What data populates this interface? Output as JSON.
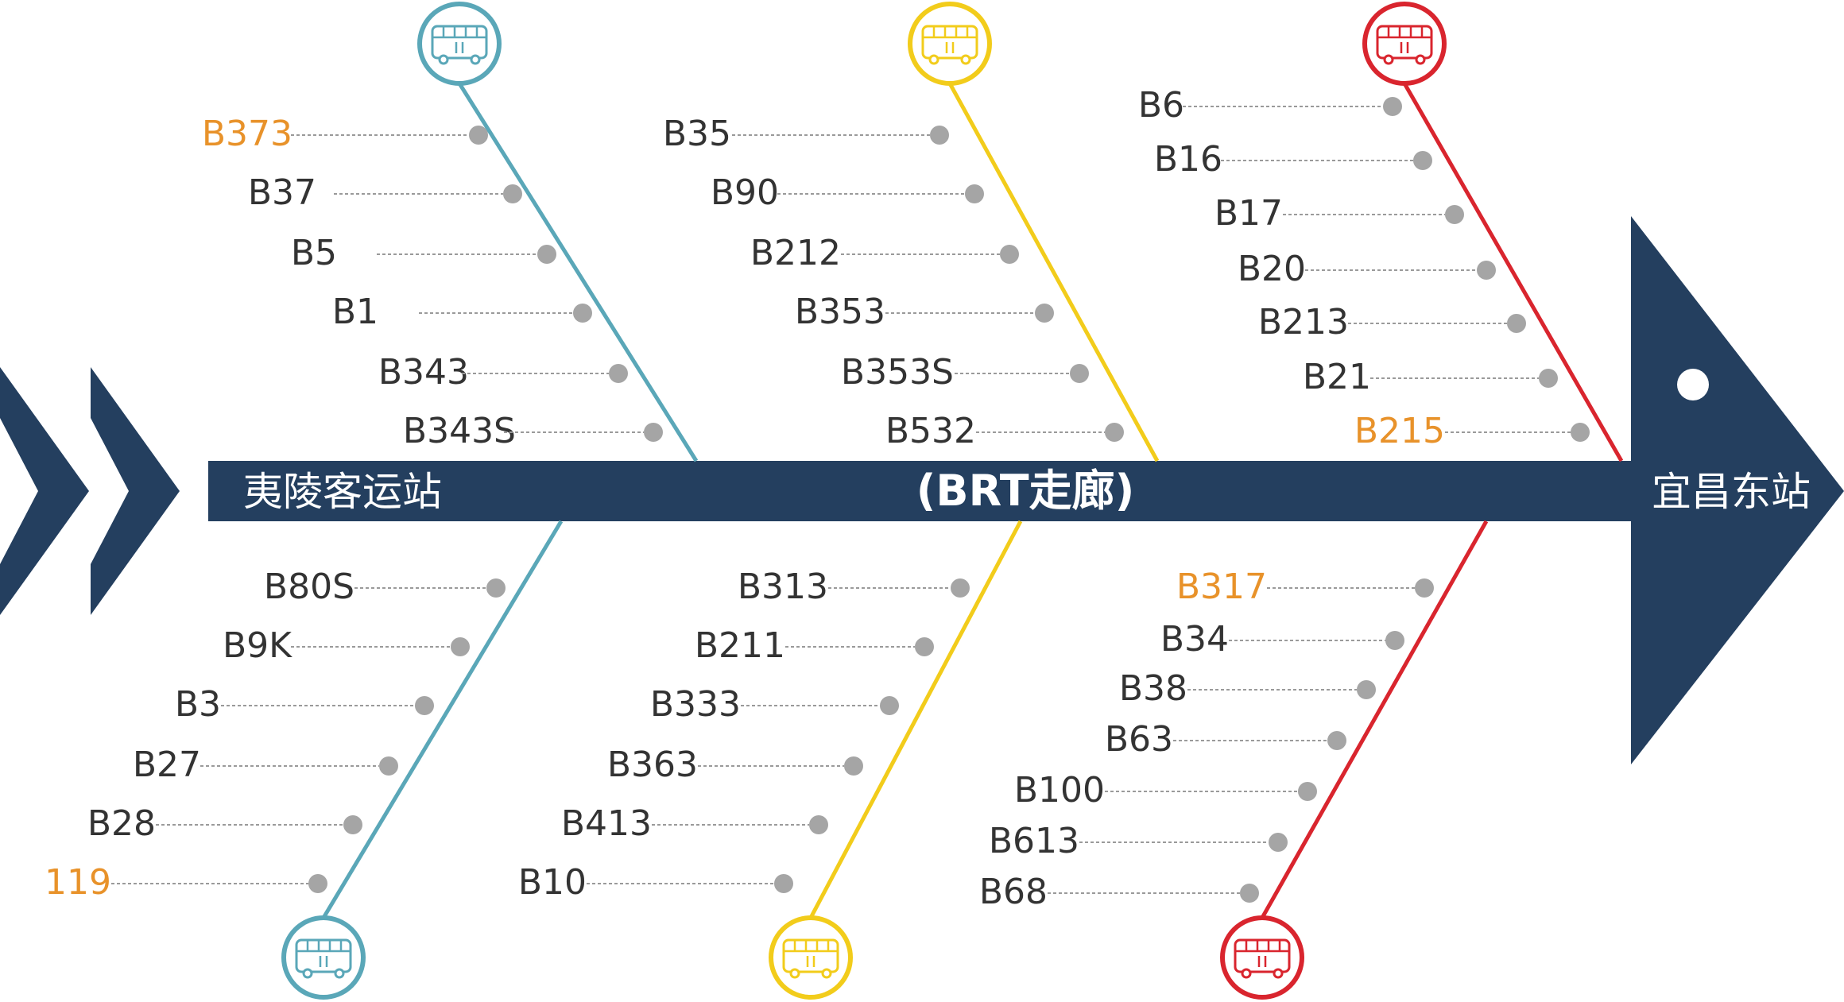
{
  "colors": {
    "navy": "#243f5f",
    "teal": "#5aa7b8",
    "yellow": "#f2cc1b",
    "red": "#d9252e",
    "highlight": "#e8922a",
    "text": "#333333",
    "dot": "#a5a5a5"
  },
  "axis": {
    "start_station": "夷陵客运站",
    "corridor": "(BRT走廊)",
    "end_station": "宜昌东站"
  },
  "icons": {
    "bus": "bus-icon",
    "chevron": "chevron-right-icon"
  },
  "branches": [
    {
      "side": "top",
      "color": "#5aa7b8",
      "routes": [
        {
          "name": "B373",
          "highlight": true
        },
        {
          "name": "B37",
          "highlight": false
        },
        {
          "name": "B5",
          "highlight": false
        },
        {
          "name": "B1",
          "highlight": false
        },
        {
          "name": "B343",
          "highlight": false
        },
        {
          "name": "B343S",
          "highlight": false
        }
      ]
    },
    {
      "side": "top",
      "color": "#f2cc1b",
      "routes": [
        {
          "name": "B35",
          "highlight": false
        },
        {
          "name": "B90",
          "highlight": false
        },
        {
          "name": "B212",
          "highlight": false
        },
        {
          "name": "B353",
          "highlight": false
        },
        {
          "name": "B353S",
          "highlight": false
        },
        {
          "name": "B532",
          "highlight": false
        }
      ]
    },
    {
      "side": "top",
      "color": "#d9252e",
      "routes": [
        {
          "name": "B6",
          "highlight": false
        },
        {
          "name": "B16",
          "highlight": false
        },
        {
          "name": "B17",
          "highlight": false
        },
        {
          "name": "B20",
          "highlight": false
        },
        {
          "name": "B213",
          "highlight": false
        },
        {
          "name": "B21",
          "highlight": false
        },
        {
          "name": "B215",
          "highlight": true
        }
      ]
    },
    {
      "side": "bottom",
      "color": "#5aa7b8",
      "routes": [
        {
          "name": "B80S",
          "highlight": false
        },
        {
          "name": "B9K",
          "highlight": false
        },
        {
          "name": "B3",
          "highlight": false
        },
        {
          "name": "B27",
          "highlight": false
        },
        {
          "name": "B28",
          "highlight": false
        },
        {
          "name": "119",
          "highlight": true
        }
      ]
    },
    {
      "side": "bottom",
      "color": "#f2cc1b",
      "routes": [
        {
          "name": "B313",
          "highlight": false
        },
        {
          "name": "B211",
          "highlight": false
        },
        {
          "name": "B333",
          "highlight": false
        },
        {
          "name": "B363",
          "highlight": false
        },
        {
          "name": "B413",
          "highlight": false
        },
        {
          "name": "B10",
          "highlight": false
        }
      ]
    },
    {
      "side": "bottom",
      "color": "#d9252e",
      "routes": [
        {
          "name": "B317",
          "highlight": true
        },
        {
          "name": "B34",
          "highlight": false
        },
        {
          "name": "B38",
          "highlight": false
        },
        {
          "name": "B63",
          "highlight": false
        },
        {
          "name": "B100",
          "highlight": false
        },
        {
          "name": "B613",
          "highlight": false
        },
        {
          "name": "B68",
          "highlight": false
        }
      ]
    }
  ]
}
